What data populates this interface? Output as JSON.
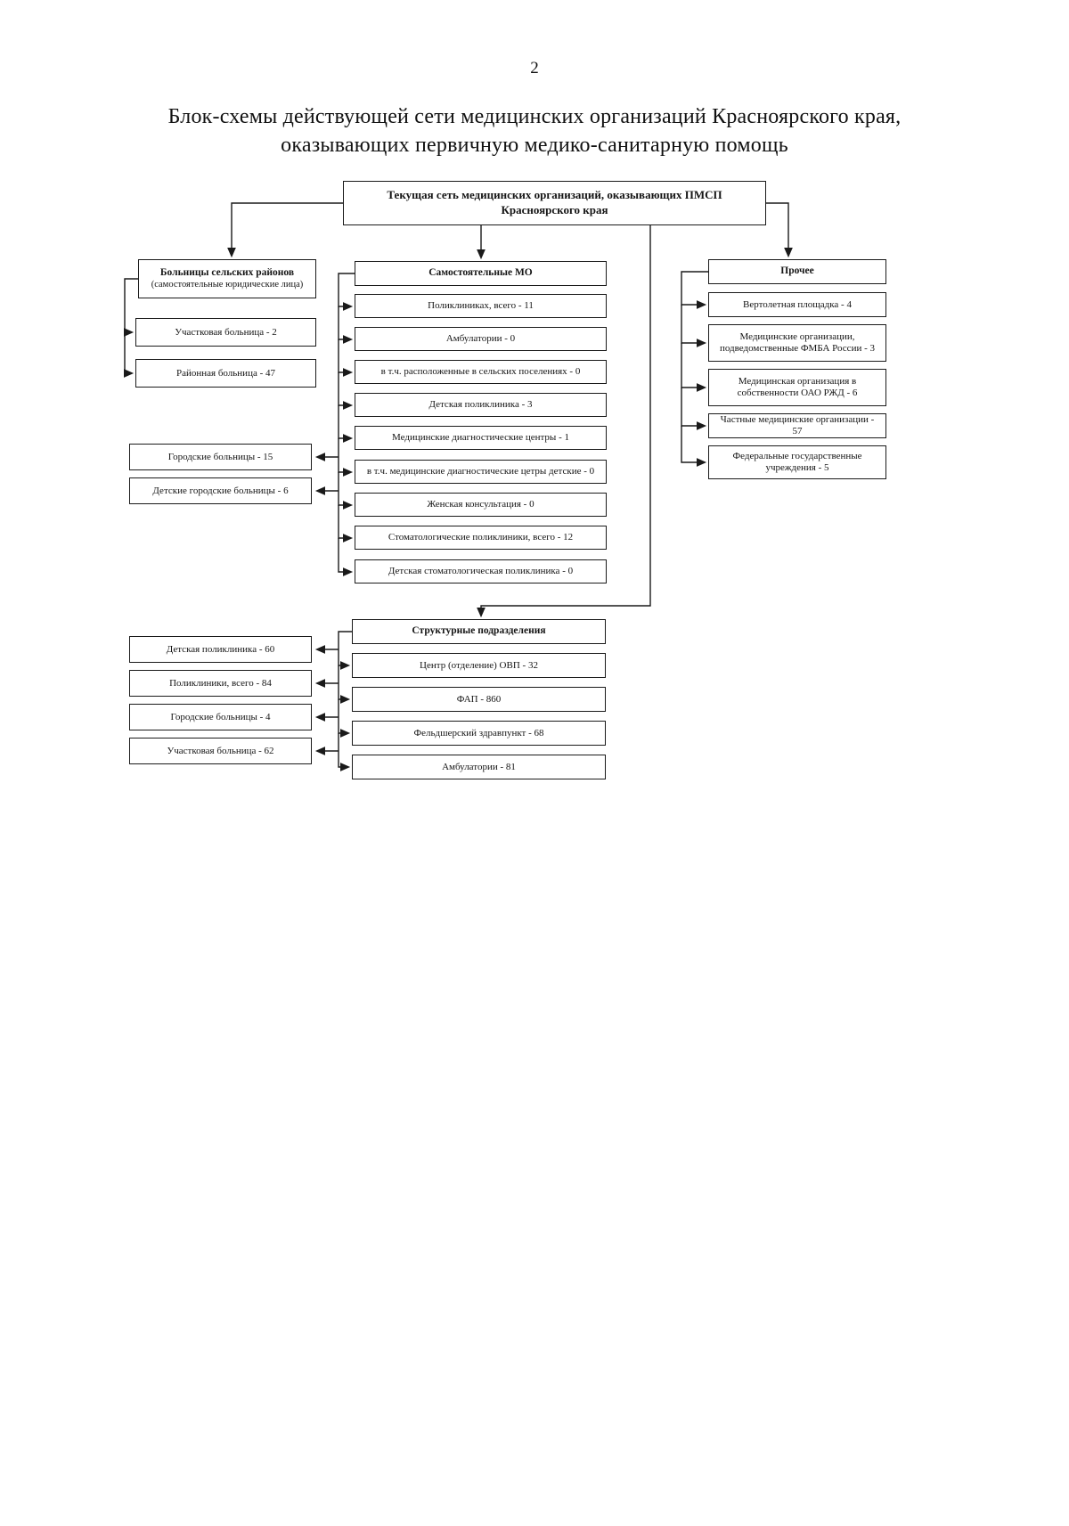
{
  "page": {
    "number": "2",
    "title_line1": "Блок-схемы действующей сети медицинских организаций Красноярского края,",
    "title_line2": "оказывающих первичную медико-санитарную помощь"
  },
  "root": {
    "label": "Текущая сеть медицинских организаций, оказывающих ПМСП Красноярского края"
  },
  "rural": {
    "header_line1": "Больницы сельских районов",
    "header_line2": "(самостоятельные юридические лица)",
    "items": [
      "Участковая больница - 2",
      "Районная больница - 47"
    ]
  },
  "city_left": {
    "items": [
      "Городские больницы - 15",
      "Детские городские больницы - 6"
    ]
  },
  "independent": {
    "header": "Самостоятельные МО",
    "items": [
      "Поликлиниках, всего - 11",
      "Амбулатории - 0",
      "в т.ч. расположенные в сельских поселениях - 0",
      "Детская поликлиника - 3",
      "Медицинские диагностические центры - 1",
      "в т.ч. медицинские диагностические цетры детские - 0",
      "Женская консультация - 0",
      "Стоматологические поликлиники, всего - 12",
      "Детская стоматологическая поликлиника - 0"
    ]
  },
  "other": {
    "header": "Прочее",
    "items": [
      "Вертолетная площадка - 4",
      "Медицинские организации, подведомственные ФМБА России - 3",
      "Медицинская организация в собственности ОАО РЖД - 6",
      "Частные медицинские организации - 57",
      "Федеральные государственные учреждения - 5"
    ]
  },
  "structural": {
    "header": "Структурные подразделения",
    "items": [
      "Центр (отделение) ОВП - 32",
      "ФАП - 860",
      "Фельдшерский здравпункт - 68",
      "Амбулатории - 81"
    ],
    "left_items": [
      "Детская поликлиника - 60",
      "Поликлиники, всего - 84",
      "Городские больницы - 4",
      "Участковая больница - 62"
    ]
  }
}
